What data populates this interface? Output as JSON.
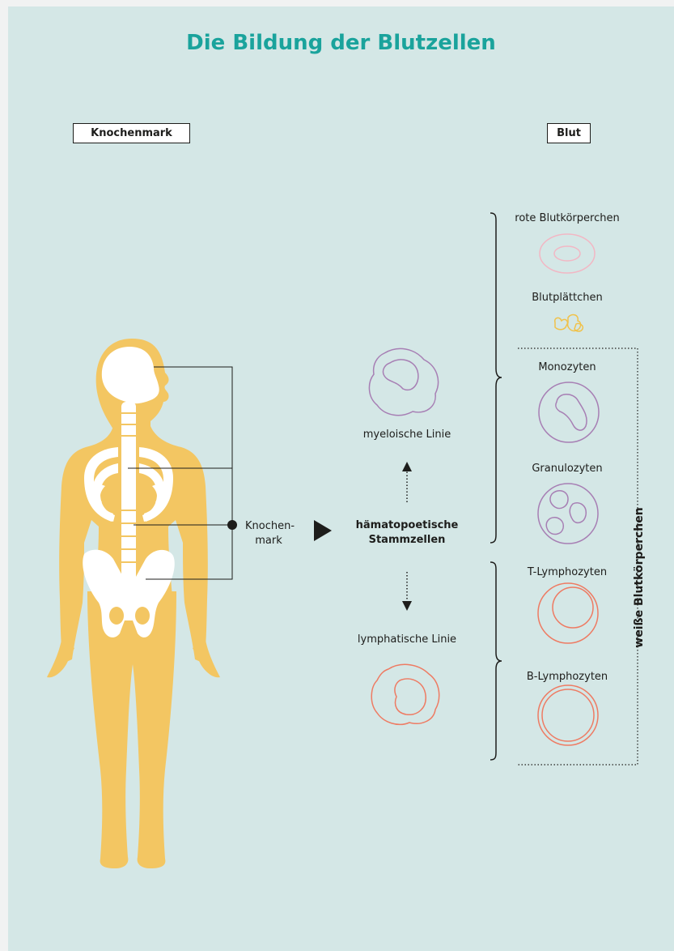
{
  "title": "Die Bildung der Blutzellen",
  "labels": {
    "bone_marrow_header": "Knochenmark",
    "blood_header": "Blut",
    "bone_marrow_pointer_line1": "Knochen-",
    "bone_marrow_pointer_line2": "mark",
    "stem_cells_line1": "hämatopoetische",
    "stem_cells_line2": "Stammzellen",
    "myeloid_line": "myeloische Linie",
    "lymphatic_line": "lymphatische Linie",
    "white_blood_cells": "weiße Blutkörperchen"
  },
  "blood_cells": [
    {
      "label": "rote Blutkörperchen",
      "color": "#f2b7c4"
    },
    {
      "label": "Blutplättchen",
      "color": "#f0c24b"
    },
    {
      "label": "Monozyten",
      "color": "#a77fb4"
    },
    {
      "label": "Granulozyten",
      "color": "#a77fb4"
    },
    {
      "label": "T-Lymphozyten",
      "color": "#ee7b63"
    },
    {
      "label": "B-Lymphozyten",
      "color": "#ee7b63"
    }
  ],
  "colors": {
    "background": "#d4e7e6",
    "title": "#1aa39c",
    "body": "#f3c662",
    "bone": "#ffffff",
    "myeloid": "#a77fb4",
    "lymphoid": "#ee7b63"
  }
}
